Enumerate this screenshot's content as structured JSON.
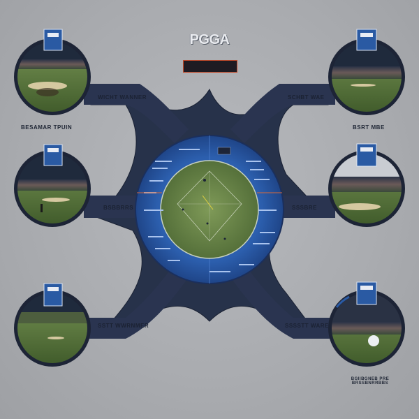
{
  "title": "PGGA",
  "subtitle": "",
  "center_hud": {
    "left_labels": [
      "",
      "",
      "",
      "",
      "",
      ""
    ],
    "right_labels": [
      "",
      "",
      "",
      "",
      "",
      ""
    ]
  },
  "panels": [
    {
      "name": "top-left",
      "label": "WICHT WANNER",
      "caption": "BESAMAR TPUIN"
    },
    {
      "name": "middle-left",
      "label": "BSBBRRS",
      "caption": ""
    },
    {
      "name": "bottom-left",
      "label": "SSTT WWRNMER",
      "caption": ""
    },
    {
      "name": "top-right",
      "label": "SCHBT WAE",
      "caption": "BSRT MBE"
    },
    {
      "name": "middle-right",
      "label": "SSSBRE",
      "caption": ""
    },
    {
      "name": "bottom-right",
      "label": "SSSSTT WARE",
      "caption": "BGIIBGNEB PRE BRSSBNRRBBS"
    }
  ],
  "colors": {
    "navy": "#27324a",
    "ring_blue": "#2a5aa3",
    "field_green": "#5f7d3c",
    "accent_orange": "#cc5a2a"
  }
}
